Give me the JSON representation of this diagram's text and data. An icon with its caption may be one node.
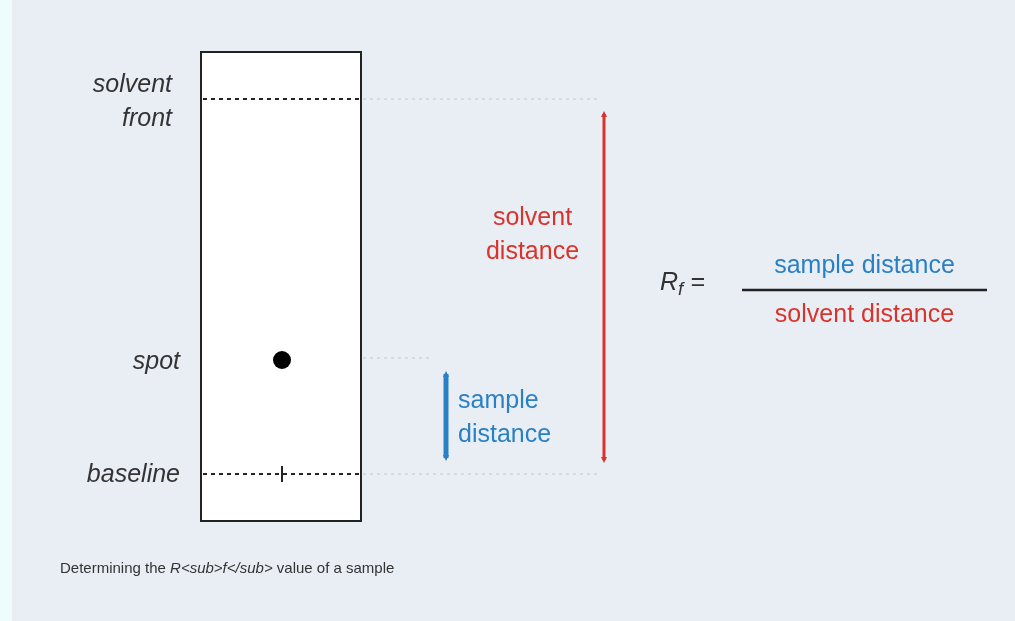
{
  "diagram": {
    "caption": "Determining the *R<sub>f</sub>* value of a sample",
    "labels": [
      "solvent front",
      "solvent distance",
      "R$_{f}$ =",
      "sample distance",
      "solvent distance",
      "spot",
      "sample distance",
      "baseline"
    ]
  }
}
